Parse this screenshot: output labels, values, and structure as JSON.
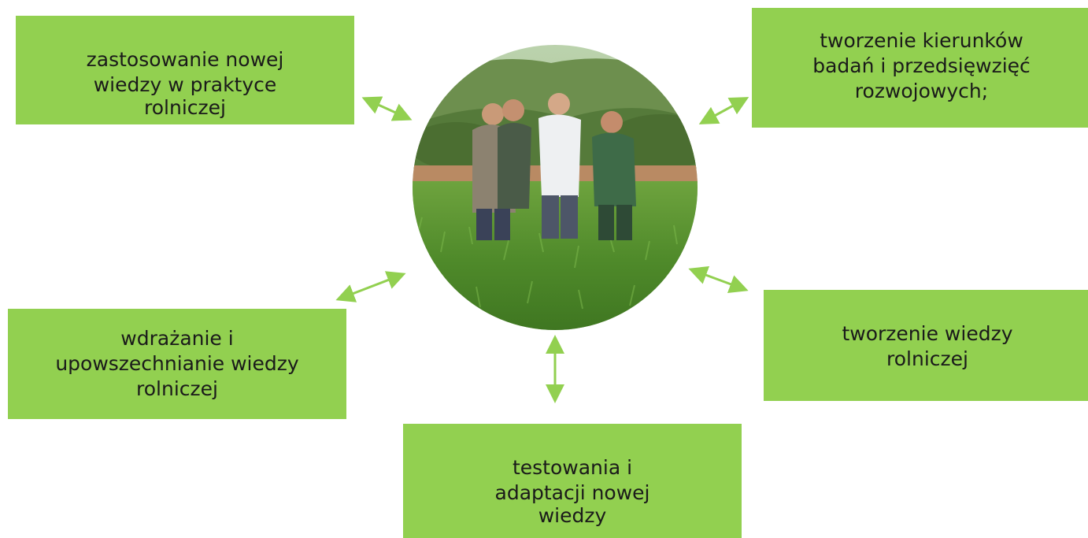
{
  "boxes": {
    "top_left": [
      "zastosowanie nowej",
      "wiedzy w praktyce",
      "rolniczej"
    ],
    "top_right": [
      "tworzenie kierunków",
      "badań i przedsięwzięć",
      "rozwojowych;"
    ],
    "bottom_left": [
      "wdrażanie i",
      "upowszechnianie wiedzy",
      "rolniczej"
    ],
    "bottom_right": [
      "tworzenie wiedzy",
      "rolniczej"
    ],
    "bottom": [
      "testowania i",
      "adaptacji nowej",
      "wiedzy"
    ]
  },
  "colors": {
    "box_fill": "#92d050",
    "arrow": "#92d050",
    "text": "#1a1a1a"
  },
  "photo": {
    "subject": "farmers-in-wheat-field"
  }
}
